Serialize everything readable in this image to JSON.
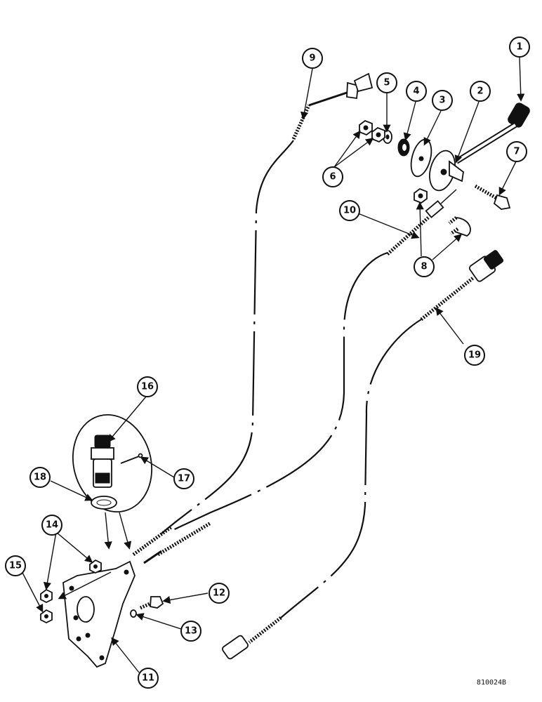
{
  "callouts": [
    "1",
    "2",
    "3",
    "4",
    "5",
    "6",
    "7",
    "8",
    "9",
    "10",
    "11",
    "12",
    "13",
    "14",
    "15",
    "16",
    "17",
    "18",
    "19"
  ],
  "reference_code": "810024B"
}
